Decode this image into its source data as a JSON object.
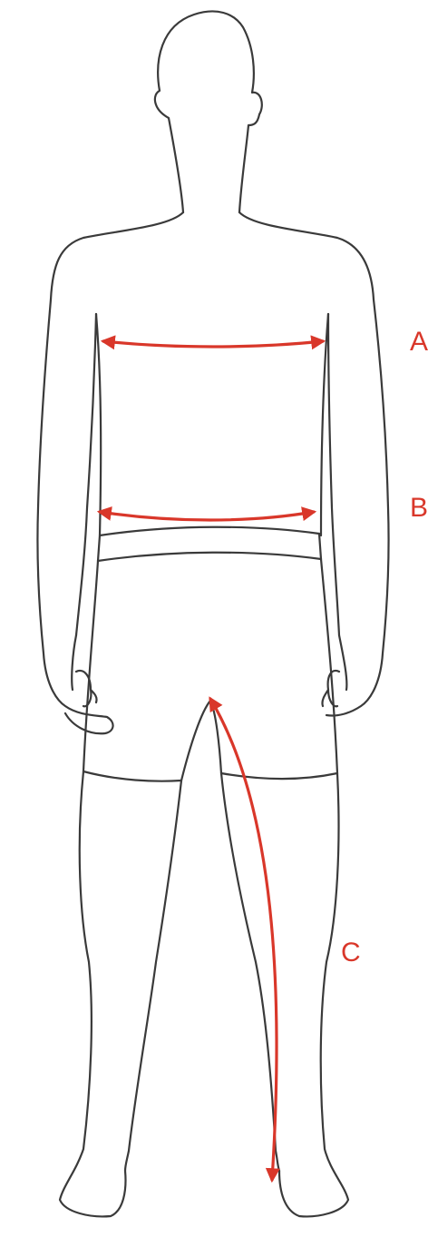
{
  "colors": {
    "outline": "#3a3a3a",
    "measurement": "#d9372a"
  },
  "labels": {
    "a": "A",
    "b": "B",
    "c": "C"
  }
}
